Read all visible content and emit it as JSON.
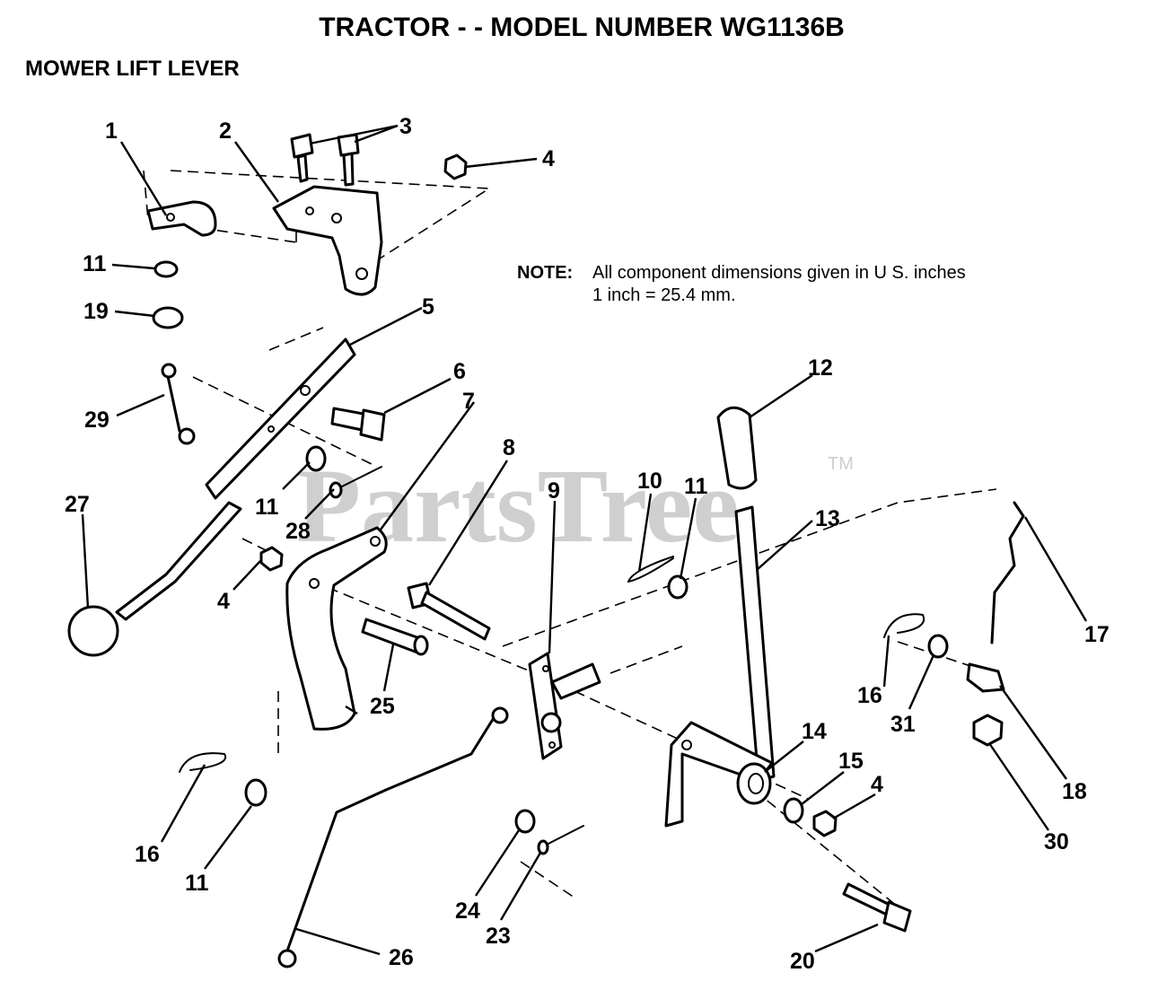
{
  "header": {
    "title": "TRACTOR - - MODEL NUMBER  WG1136B",
    "subtitle": "MOWER LIFT LEVER"
  },
  "note": {
    "label": "NOTE:",
    "line1": "All component dimensions given in U S. inches",
    "line2": "1 inch = 25.4 mm."
  },
  "watermark": {
    "text": "PartsTree",
    "tm": "TM"
  },
  "callouts": {
    "c1": "1",
    "c2": "2",
    "c3": "3",
    "c4a": "4",
    "c4b": "4",
    "c4c": "4",
    "c5": "5",
    "c6": "6",
    "c7": "7",
    "c8": "8",
    "c9": "9",
    "c10": "10",
    "c11a": "11",
    "c11b": "11",
    "c11c": "11",
    "c11d": "11",
    "c12": "12",
    "c13": "13",
    "c14": "14",
    "c15": "15",
    "c16a": "16",
    "c16b": "16",
    "c17": "17",
    "c18": "18",
    "c19": "19",
    "c20": "20",
    "c23": "23",
    "c24": "24",
    "c25": "25",
    "c26": "26",
    "c27": "27",
    "c28": "28",
    "c29": "29",
    "c30": "30",
    "c31": "31"
  }
}
